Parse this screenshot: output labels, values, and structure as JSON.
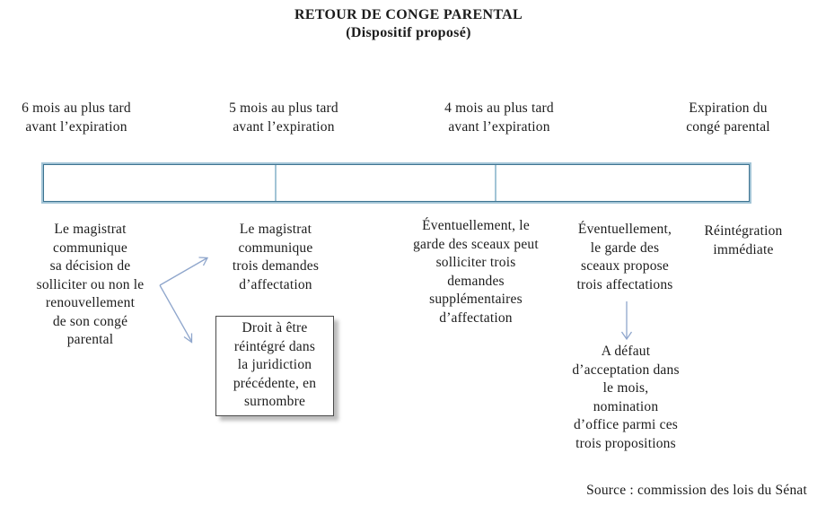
{
  "header": {
    "title": "RETOUR DE CONGE PARENTAL",
    "subtitle": "(Dispositif proposé)"
  },
  "milestones": [
    {
      "label": "6 mois au plus tard\navant l’expiration"
    },
    {
      "label": "5 mois au plus tard\navant l’expiration"
    },
    {
      "label": "4 mois au plus tard\navant l’expiration"
    },
    {
      "label": "Expiration du\ncongé parental"
    }
  ],
  "steps": [
    {
      "text": "Le magistrat\ncommunique\nsa décision de\nsolliciter ou non le\nrenouvellement\nde son congé\nparental"
    },
    {
      "text": "Le magistrat\ncommunique\ntrois demandes\nd’affectation"
    },
    {
      "text": "Éventuellement, le\ngarde des sceaux peut\nsolliciter trois\ndemandes\nsupplémentaires\nd’affectation"
    },
    {
      "text": "Éventuellement,\nle garde des\nsceaux propose\ntrois affectations"
    },
    {
      "text": "Réintégration\nimmédiate"
    }
  ],
  "callout_box": {
    "text": "Droit à être\nréintégré dans\nla juridiction\nprécédente, en\nsurnombre"
  },
  "consequence": {
    "text": "A défaut\nd’acceptation dans\nle mois,\nnomination\nd’office parmi ces\ntrois propositions"
  },
  "source": "Source : commission des lois du Sénat",
  "colors": {
    "bar_light": "#a2c4d6",
    "bar_dark": "#3d7390",
    "arrow": "#8fa6cc",
    "ink": "#1c1c1c",
    "box_shadow": "#bdbdbd"
  }
}
